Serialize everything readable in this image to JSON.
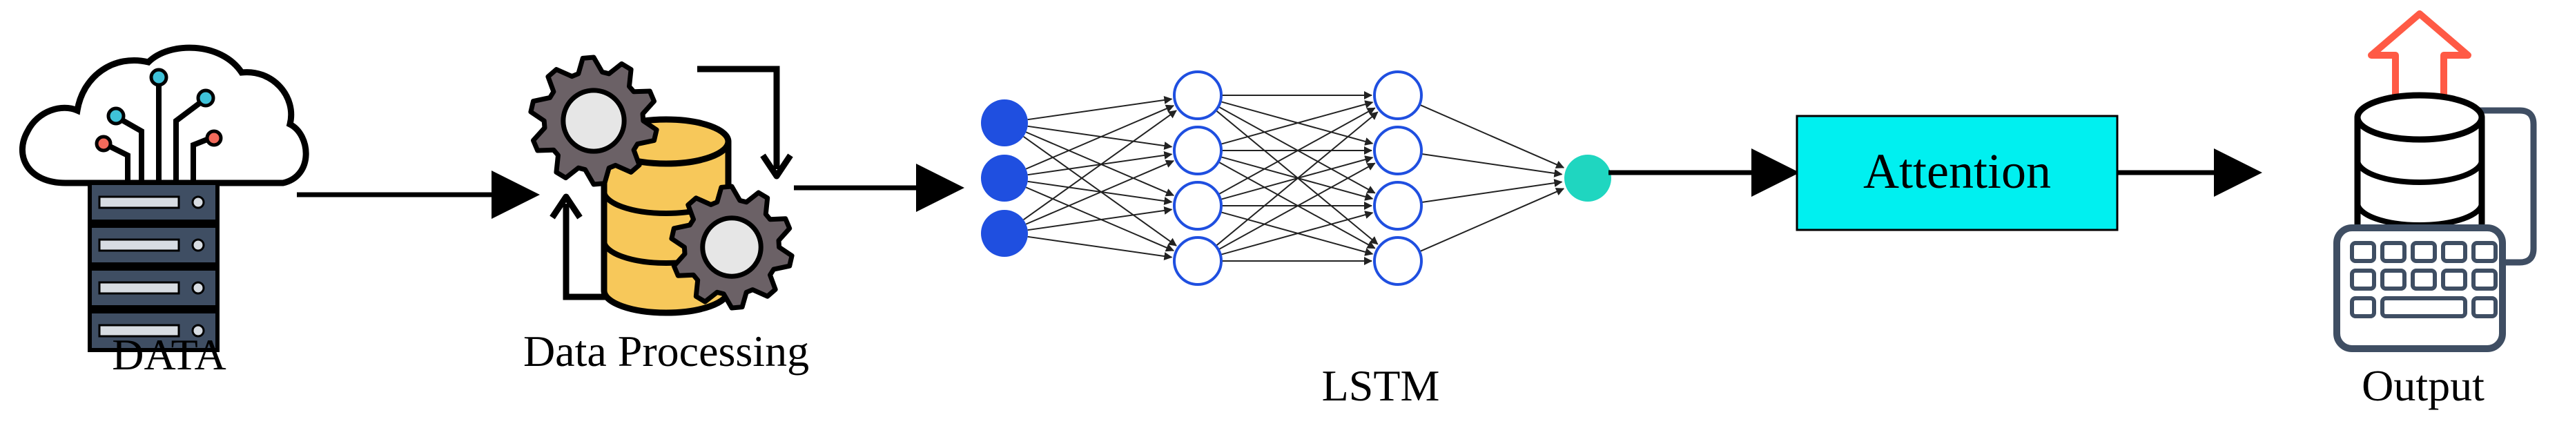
{
  "stages": {
    "data": {
      "label": "DATA"
    },
    "processing": {
      "label": "Data Processing"
    },
    "lstm": {
      "label": "LSTM",
      "layer_sizes": [
        3,
        4,
        4,
        1
      ]
    },
    "attention": {
      "label": "Attention"
    },
    "output": {
      "label": "Output"
    }
  },
  "colors": {
    "line": "#000000",
    "input_node": "#1f4fe0",
    "hidden_node_stroke": "#1f4fe0",
    "output_node": "#1fd6c0",
    "attention_fill": "#00f0f0",
    "server_body": "#3f4e63",
    "server_slot": "#d7dce2",
    "gear": "#6b6166",
    "gear_center": "#e6e6e6",
    "db_fill": "#f7c85a",
    "db_stroke": "#000000",
    "output_db_fill": "#ffffff",
    "arrow_up": "#ff5a45",
    "keyboard_fill": "#ffffff"
  },
  "icons": [
    "cloud-icon",
    "server-icon",
    "gear-icon",
    "database-icon",
    "keyboard-icon",
    "upload-arrow-icon"
  ]
}
